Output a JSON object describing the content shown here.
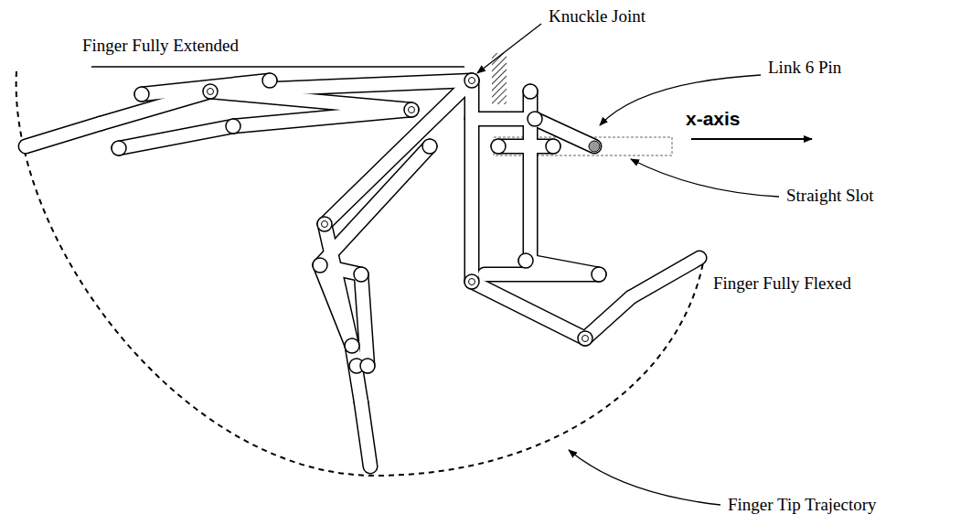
{
  "diagram": {
    "labels": [
      "Knuckle Joint",
      "Finger Fully Extended",
      "Link 6 Pin",
      "x-axis",
      "Straight Slot",
      "Finger Fully Flexed",
      "Finger Tip Trajectory"
    ]
  }
}
